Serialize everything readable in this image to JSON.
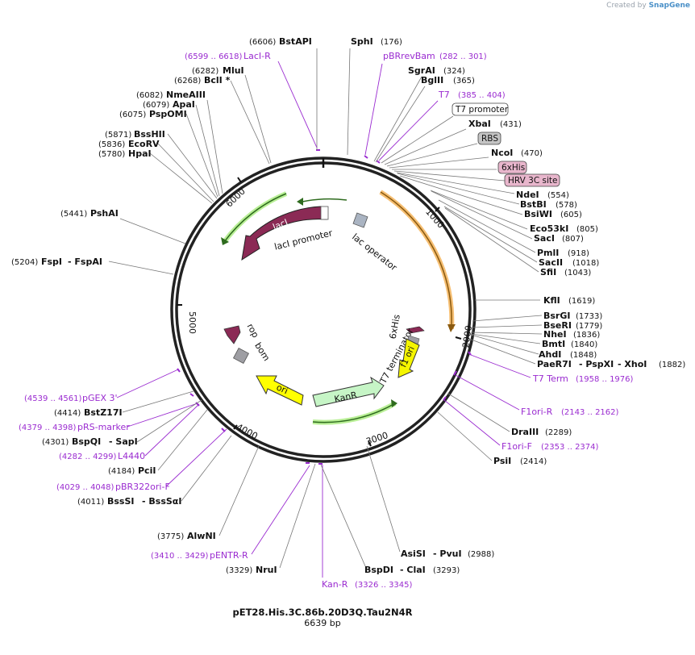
{
  "credit": {
    "prefix": "Created by",
    "brand": "SnapGene"
  },
  "plasmid": {
    "name": "pET28.His.3C.86b.20D3Q.Tau2N4R",
    "size": "6639 bp"
  },
  "ticks": [
    "1000",
    "2000",
    "3000",
    "4000",
    "5000",
    "6000"
  ],
  "features": {
    "lacI": "lacI",
    "lacI_promoter": "lacI promoter",
    "lac_operator": "lac operator",
    "his_tag_inner": "6xHis",
    "t7_terminator": "T7 terminator",
    "f1_ori": "f1 ori",
    "kanr": "KanR",
    "ori": "ori",
    "rop": "rop",
    "bom": "bom"
  },
  "boxed": {
    "t7_promoter": "T7 promoter",
    "rbs": "RBS",
    "his6": "6xHis",
    "hrv3c": "HRV 3C site"
  },
  "sites_right": [
    {
      "name": "SphI",
      "pos": "(176)"
    },
    {
      "name": "SgrAI",
      "pos": "(324)"
    },
    {
      "name": "BglII",
      "pos": "(365)"
    },
    {
      "name": "XbaI",
      "pos": "(431)"
    },
    {
      "name": "NcoI",
      "pos": "(470)"
    },
    {
      "name": "NdeI",
      "pos": "(554)"
    },
    {
      "name": "BstBI",
      "pos": "(578)"
    },
    {
      "name": "BsiWI",
      "pos": "(605)"
    },
    {
      "name": "Eco53kI",
      "pos": "(805)"
    },
    {
      "name": "SacI",
      "pos": "(807)"
    },
    {
      "name": "PmlI",
      "pos": "(918)"
    },
    {
      "name": "SacII",
      "pos": "(1018)"
    },
    {
      "name": "SfiI",
      "pos": "(1043)"
    },
    {
      "name": "KflI",
      "pos": "(1619)"
    },
    {
      "name": "BsrGI",
      "pos": "(1733)"
    },
    {
      "name": "BseRI",
      "pos": "(1779)"
    },
    {
      "name": "NheI",
      "pos": "(1836)"
    },
    {
      "name": "BmtI",
      "pos": "(1840)"
    },
    {
      "name": "AhdI",
      "pos": "(1848)"
    },
    {
      "name": "PaeR7I",
      "pos": ""
    },
    {
      "name": "- PspXI",
      "pos": ""
    },
    {
      "name": "- XhoI",
      "pos": "(1882)"
    },
    {
      "name": "DraIII",
      "pos": "(2289)"
    },
    {
      "name": "PsiI",
      "pos": "(2414)"
    },
    {
      "name": "AsiSI",
      "pos": ""
    },
    {
      "name": "- PvuI",
      "pos": "(2988)"
    },
    {
      "name": "BspDI",
      "pos": ""
    },
    {
      "name": "- ClaI",
      "pos": "(3293)"
    }
  ],
  "sites_left": [
    {
      "name": "BstAPI",
      "pos": "(6606)"
    },
    {
      "name": "MluI",
      "pos": "(6282)"
    },
    {
      "name": "BclI *",
      "pos": "(6268)"
    },
    {
      "name": "NmeAIII",
      "pos": "(6082)"
    },
    {
      "name": "ApaI",
      "pos": "(6079)"
    },
    {
      "name": "PspOMI",
      "pos": "(6075)"
    },
    {
      "name": "BssHII",
      "pos": "(5871)"
    },
    {
      "name": "EcoRV",
      "pos": "(5836)"
    },
    {
      "name": "HpaI",
      "pos": "(5780)"
    },
    {
      "name": "PshAI",
      "pos": "(5441)"
    },
    {
      "name": "FspI",
      "pos": "(5204)"
    },
    {
      "name": "- FspAI",
      "pos": ""
    },
    {
      "name": "BstZ17I",
      "pos": "(4414)"
    },
    {
      "name": "BspQI",
      "pos": "(4301)"
    },
    {
      "name": "- SapI",
      "pos": ""
    },
    {
      "name": "PciI",
      "pos": "(4184)"
    },
    {
      "name": "BssSI",
      "pos": "(4011)"
    },
    {
      "name": "- BssSαI",
      "pos": ""
    },
    {
      "name": "AlwNI",
      "pos": "(3775)"
    },
    {
      "name": "NruI",
      "pos": "(3329)"
    }
  ],
  "primers": [
    {
      "name": "LacI-R",
      "pos": "(6599 .. 6618)"
    },
    {
      "name": "pBRrevBam",
      "pos": "(282 .. 301)"
    },
    {
      "name": "T7",
      "pos": "(385 .. 404)"
    },
    {
      "name": "T7 Term",
      "pos": "(1958 .. 1976)"
    },
    {
      "name": "F1ori-R",
      "pos": "(2143 .. 2162)"
    },
    {
      "name": "F1ori-F",
      "pos": "(2353 .. 2374)"
    },
    {
      "name": "Kan-R",
      "pos": "(3326 .. 3345)"
    },
    {
      "name": "pENTR-R",
      "pos": "(3410 .. 3429)"
    },
    {
      "name": "pBR322ori-F",
      "pos": "(4029 .. 4048)"
    },
    {
      "name": "L4440",
      "pos": "(4282 .. 4299)"
    },
    {
      "name": "pRS-marker",
      "pos": "(4379 .. 4398)"
    },
    {
      "name": "pGEX 3'",
      "pos": "(4539 .. 4561)"
    }
  ],
  "colors": {
    "lacI": "#8b2a55",
    "f1ori": "#f5f500",
    "ori": "#ffff00",
    "kanr": "#c6f5c6",
    "t7term": "#9e9ea3",
    "rop": "#8b2a55",
    "primer": "#9a2bd0",
    "orf_highlight_orange": "#f5b45a",
    "orf_highlight_green": "#8ee05a"
  }
}
